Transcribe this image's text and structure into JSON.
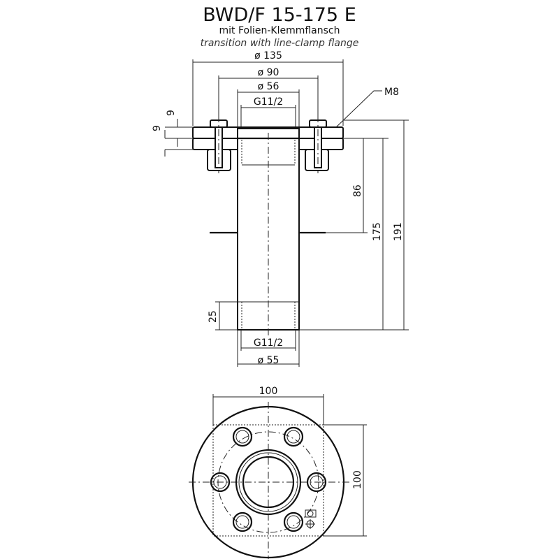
{
  "title": "BWD/F 15-175 E",
  "subtitle_de": "mit Folien-Klemmflansch",
  "subtitle_en": "transition with line-clamp flange",
  "side_view": {
    "dim_flange_diameter": "ø 135",
    "dim_bolt_circle": "ø 90",
    "dim_inner_top": "ø 56",
    "dim_thread_top": "G11/2",
    "dim_thread_bottom": "G11/2",
    "dim_pipe_diameter": "ø 55",
    "dim_bolt_label": "M8",
    "dim_plate_upper": "9",
    "dim_plate_lower": "9",
    "dim_foil_height": "86",
    "dim_pipe_length": "175",
    "dim_total_length": "191",
    "dim_thread_length": "25"
  },
  "top_view": {
    "dim_width": "100",
    "dim_height": "100"
  }
}
